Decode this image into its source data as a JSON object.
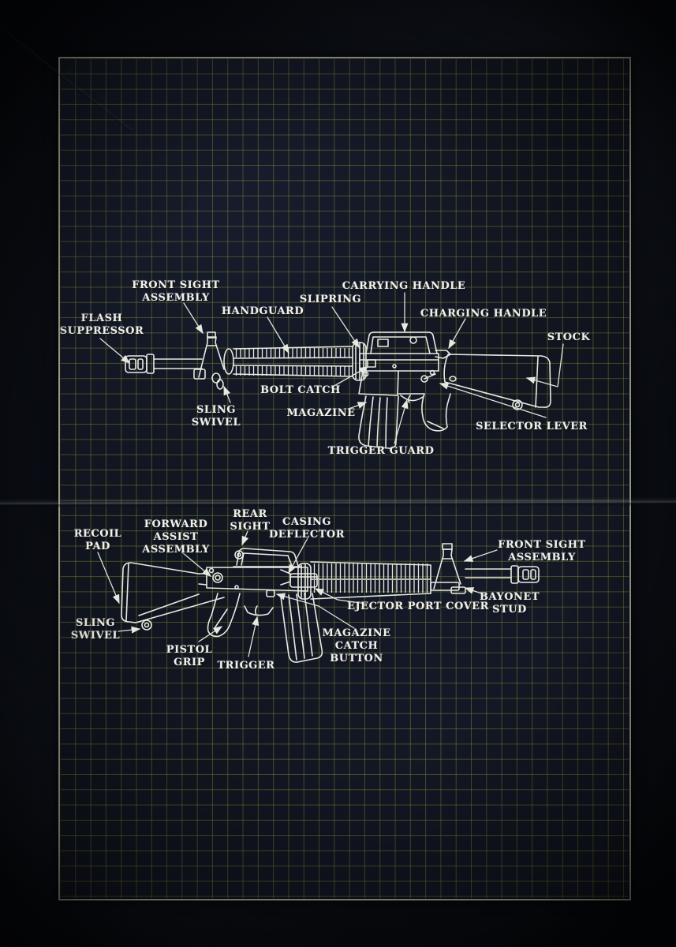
{
  "colors": {
    "outer_background": "#090c12",
    "paper_background": "#11151f",
    "grid_line": "#84893a",
    "frame_border": "#a0a694",
    "drawing_line": "#e7e9e1",
    "label_text": "#f1f2eb"
  },
  "labels": {
    "top": {
      "flash_suppressor": "FLASH\nSUPPRESSOR",
      "front_sight_assembly": "FRONT SIGHT\nASSEMBLY",
      "handguard": "HANDGUARD",
      "slipring": "SLIPRING",
      "carrying_handle": "CARRYING HANDLE",
      "charging_handle": "CHARGING HANDLE",
      "stock": "STOCK",
      "bolt_catch": "BOLT CATCH",
      "sling_swivel": "SLING\nSWIVEL",
      "magazine": "MAGAZINE",
      "selector_lever": "SELECTOR LEVER",
      "trigger_guard": "TRIGGER GUARD"
    },
    "bottom": {
      "recoil_pad": "RECOIL\nPAD",
      "forward_assist_assembly": "FORWARD\nASSIST\nASSEMBLY",
      "rear_sight": "REAR\nSIGHT",
      "casing_deflector": "CASING\nDEFLECTOR",
      "front_sight_assembly": "FRONT SIGHT ASSEMBLY",
      "ejector_port_cover": "EJECTOR PORT COVER",
      "bayonet_stud": "BAYONET\nSTUD",
      "sling_swivel": "SLING\nSWIVEL",
      "pistol_grip": "PISTOL\nGRIP",
      "trigger": "TRIGGER",
      "magazine_catch_button": "MAGAZINE\nCATCH\nBUTTON"
    }
  }
}
